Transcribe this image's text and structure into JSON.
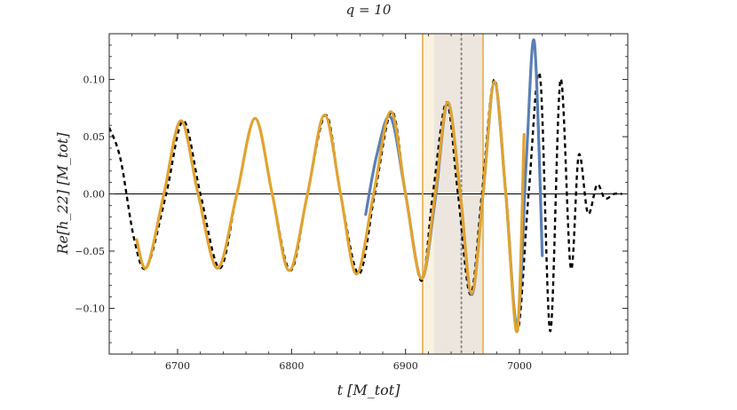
{
  "chart_data": {
    "type": "line",
    "title": "q = 10",
    "xlabel": "t [M_tot]",
    "ylabel": "Re[h_22] [M_tot]",
    "xlim": [
      6640,
      7095
    ],
    "ylim": [
      -0.14,
      0.14
    ],
    "x_ticks": [
      6700,
      6800,
      6900,
      7000
    ],
    "x_tick_labels": [
      "6700",
      "6800",
      "6900",
      "7000"
    ],
    "y_ticks": [
      -0.1,
      -0.05,
      0.0,
      0.05,
      0.1
    ],
    "y_tick_labels": [
      "−0.10",
      "−0.05",
      "0.00",
      "0.05",
      "0.10"
    ],
    "grid": false,
    "zero_line": true,
    "series": [
      {
        "style": "dashed",
        "color": "#000000",
        "x": [
          6640,
          6650,
          6662,
          6673,
          6690,
          6705,
          6720,
          6737,
          6752,
          6768,
          6783,
          6799,
          6814,
          6830,
          6843,
          6859,
          6873,
          6888,
          6900,
          6914,
          6924,
          6936,
          6946,
          6957,
          6967,
          6978,
          6988,
          6998,
          7008,
          7018,
          7027,
          7036,
          7045,
          7052,
          7060,
          7068,
          7075,
          7083,
          7090
        ],
        "y": [
          0.058,
          0.03,
          -0.04,
          -0.064,
          0.0,
          0.064,
          0.0,
          -0.065,
          0.0,
          0.066,
          0.0,
          -0.067,
          0.0,
          0.069,
          0.0,
          -0.07,
          0.0,
          0.072,
          0.0,
          -0.076,
          0.0,
          0.08,
          0.0,
          -0.088,
          0.0,
          0.1,
          0.0,
          -0.12,
          0.0,
          0.103,
          -0.12,
          0.1,
          -0.065,
          0.034,
          -0.017,
          0.008,
          -0.004,
          0.0,
          0.0
        ]
      },
      {
        "style": "solid",
        "color": "#5b7fb5",
        "x": [
          6865,
          6875,
          6887,
          6900,
          6914,
          6926,
          6937,
          6948,
          6958,
          6968,
          6978,
          6988,
          6998,
          7006,
          7013,
          7020
        ],
        "y": [
          -0.018,
          0.035,
          0.067,
          0.0,
          -0.074,
          -0.005,
          0.08,
          0.0,
          -0.088,
          0.0,
          0.097,
          0.0,
          -0.115,
          0.03,
          0.133,
          -0.054
        ]
      },
      {
        "style": "solid",
        "color": "#e0a330",
        "x": [
          6664,
          6673,
          6688,
          6703,
          6718,
          6735,
          6752,
          6768,
          6783,
          6798,
          6814,
          6829,
          6843,
          6857,
          6872,
          6887,
          6900,
          6914,
          6926,
          6937,
          6948,
          6958,
          6968,
          6978,
          6988,
          6998,
          7004
        ],
        "y": [
          -0.04,
          -0.064,
          0.0,
          0.064,
          0.0,
          -0.065,
          0.0,
          0.066,
          0.0,
          -0.067,
          0.0,
          0.069,
          0.0,
          -0.07,
          0.0,
          0.072,
          0.0,
          -0.074,
          0.0,
          0.08,
          0.0,
          -0.087,
          0.0,
          0.098,
          0.0,
          -0.12,
          0.052
        ]
      }
    ],
    "shaded_regions": [
      {
        "x": [
          6915,
          6925
        ],
        "color": "#fbf1df"
      },
      {
        "x": [
          6925,
          6968
        ],
        "color": "#ece6de"
      }
    ],
    "vlines": [
      {
        "x": 6915,
        "style": "solid",
        "color": "#e8b458"
      },
      {
        "x": 6968,
        "style": "solid",
        "color": "#e8b458"
      },
      {
        "x": 6949,
        "style": "dotted",
        "color": "#888888"
      }
    ]
  }
}
